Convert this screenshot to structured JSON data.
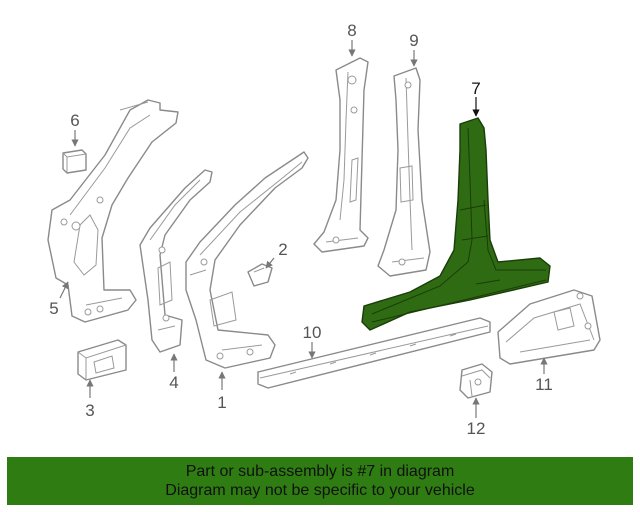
{
  "highlighted_part": "7",
  "callouts": {
    "c1": "1",
    "c2": "2",
    "c3": "3",
    "c4": "4",
    "c5": "5",
    "c6": "6",
    "c7": "7",
    "c8": "8",
    "c9": "9",
    "c10": "10",
    "c11": "11",
    "c12": "12"
  },
  "banner": {
    "line1": "Part or sub-assembly is #7 in diagram",
    "line2": "Diagram may not be specific to your vehicle"
  },
  "colors": {
    "highlight": "#2f6b12",
    "banner": "#2f7d12"
  }
}
